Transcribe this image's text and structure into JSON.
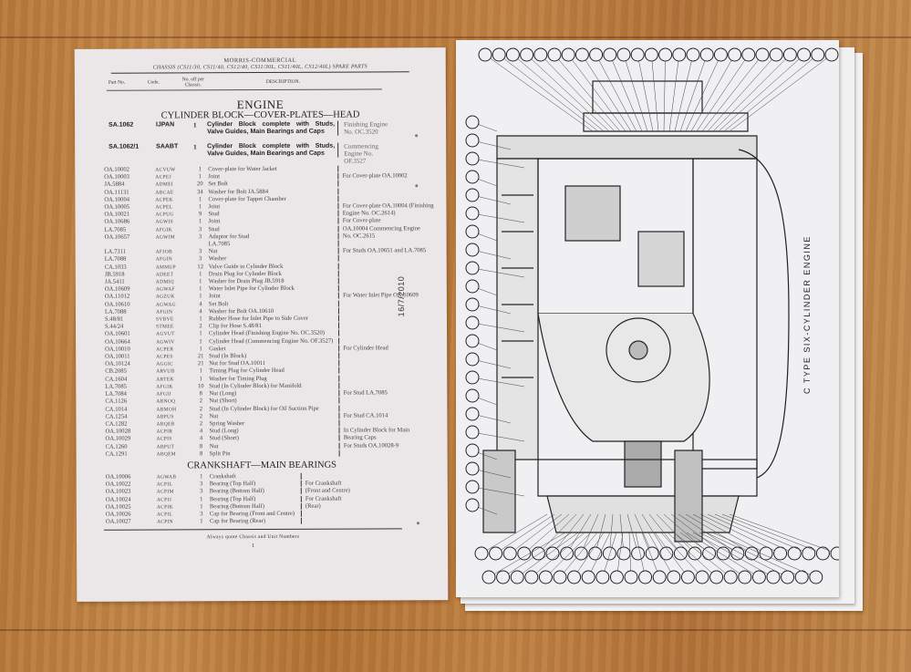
{
  "left_page": {
    "publisher": "MORRIS-COMMERCIAL",
    "header": "CHASSIS (CS11/30, CS11/40, CS12/40, CS11/30L, CS11/40L, CS12/40L) SPARE PARTS",
    "columns": {
      "part_no": "Part No.",
      "code": "Code.",
      "qty": "No. off per Chassis.",
      "description": "DESCRIPTION."
    },
    "title": "ENGINE",
    "section1": "CYLINDER BLOCK—COVER-PLATES—HEAD",
    "major_items": [
      {
        "part": "SA.1062",
        "code": "IJPAN",
        "qty": "1",
        "desc": "Cylinder Block complete with Studs, Valve Guides, Main Bearings and Caps",
        "note": "Finishing Engine No. OC.3520"
      },
      {
        "part": "SA.1062/1",
        "code": "SAABT",
        "qty": "1",
        "desc": "Cylinder Block complete with Studs, Valve Guides, Main Bearings and Caps",
        "note": "Commencing Engine No. OF.3527"
      }
    ],
    "rows1": [
      {
        "part": "OA.10002",
        "code": "ACVUW",
        "qty": "1",
        "desc": "Cover-plate for Water Jacket",
        "note": ""
      },
      {
        "part": "OA.10003",
        "code": "ACPEJ",
        "qty": "1",
        "desc": "Joint",
        "note": "For Cover-plate OA.10002"
      },
      {
        "part": "JA.5884",
        "code": "ADMEI",
        "qty": "20",
        "desc": "Set Bolt",
        "note": ""
      },
      {
        "part": "OA.11131",
        "code": "ABCAE",
        "qty": "34",
        "desc": "Washer for Bolt JA.5884",
        "note": ""
      },
      {
        "part": "OA.10004",
        "code": "ACPEK",
        "qty": "1",
        "desc": "Cover-plate for Tappet Chamber",
        "note": ""
      },
      {
        "part": "OA.10005",
        "code": "ACPEL",
        "qty": "1",
        "desc": "Joint",
        "note": "For Cover-plate OA.10004 (Finishing"
      },
      {
        "part": "OA.10021",
        "code": "ACPUG",
        "qty": "9",
        "desc": "Stud",
        "note": "Engine No. OC.2614)"
      },
      {
        "part": "OA.10686",
        "code": "AGWIS",
        "qty": "1",
        "desc": "Joint",
        "note": "For Cover-plate"
      },
      {
        "part": "LA.7085",
        "code": "AFGIK",
        "qty": "3",
        "desc": "Stud",
        "note": "OA.10004   Commencing Engine"
      },
      {
        "part": "OA.10657",
        "code": "AGWIM",
        "qty": "3",
        "desc": "Adaptor for Stud",
        "note": "No. OC.2615"
      },
      {
        "part": "",
        "code": "",
        "qty": "",
        "desc": "LA.7085",
        "note": ""
      },
      {
        "part": "LA.7311",
        "code": "AFJOB",
        "qty": "3",
        "desc": "Nut",
        "note": "For Studs OA.10651 and LA.7085"
      },
      {
        "part": "LA.7088",
        "code": "AFGIN",
        "qty": "3",
        "desc": "Washer",
        "note": ""
      },
      {
        "part": "CA.1033",
        "code": "AMMUP",
        "qty": "12",
        "desc": "Valve Guide in Cylinder Block",
        "note": ""
      },
      {
        "part": "JB.5918",
        "code": "ADEET",
        "qty": "1",
        "desc": "Drain Plug for Cylinder Block",
        "note": ""
      },
      {
        "part": "JA.5411",
        "code": "ADMIQ",
        "qty": "1",
        "desc": "Washer for Drain Plug JB.5918",
        "note": ""
      },
      {
        "part": "OA.10609",
        "code": "AGWAF",
        "qty": "1",
        "desc": "Water Inlet Pipe for Cylinder Block",
        "note": ""
      },
      {
        "part": "OA.11012",
        "code": "AGZUK",
        "qty": "1",
        "desc": "Joint",
        "note": "For Water Inlet Pipe OA.10609"
      },
      {
        "part": "OA.10610",
        "code": "AGWAG",
        "qty": "4",
        "desc": "Set Bolt",
        "note": ""
      },
      {
        "part": "LA.7088",
        "code": "AFGIN",
        "qty": "4",
        "desc": "Washer for Bolt OA.10610",
        "note": ""
      },
      {
        "part": "S.48/81",
        "code": "SVBVE",
        "qty": "1",
        "desc": "Rubber Hose for Inlet Pipe to Side Cover",
        "note": ""
      },
      {
        "part": "S.44/24",
        "code": "STMEE",
        "qty": "2",
        "desc": "Clip for Hose S.48/81",
        "note": ""
      },
      {
        "part": "OA.10601",
        "code": "AGVUT",
        "qty": "1",
        "desc": "Cylinder Head (Finishing Engine No. OC.3520)",
        "note": ""
      },
      {
        "part": "OA.10664",
        "code": "AGWIV",
        "qty": "1",
        "desc": "Cylinder Head (Commencing Engine No. OF.3527)",
        "note": ""
      },
      {
        "part": "OA.10010",
        "code": "ACPER",
        "qty": "1",
        "desc": "Gasket",
        "note": "For Cylinder Head"
      },
      {
        "part": "OA.10011",
        "code": "ACPES",
        "qty": "21",
        "desc": "Stud (In Block)",
        "note": ""
      },
      {
        "part": "OA.10124",
        "code": "AGGIC",
        "qty": "21",
        "desc": "Nut for Stud OA.10011",
        "note": ""
      },
      {
        "part": "CB.2085",
        "code": "ARVUB",
        "qty": "1",
        "desc": "Timing Plug for Cylinder Head",
        "note": ""
      },
      {
        "part": "CA.1604",
        "code": "ARTEK",
        "qty": "1",
        "desc": "Washer for Timing Plug",
        "note": ""
      },
      {
        "part": "LA.7085",
        "code": "AFGIK",
        "qty": "10",
        "desc": "Stud (In Cylinder Block) for Manifold",
        "note": ""
      },
      {
        "part": "LA.7084",
        "code": "AFGIJ",
        "qty": "8",
        "desc": "Nut (Long)",
        "note": "For Stud LA.7085"
      },
      {
        "part": "CA.1126",
        "code": "ABNOQ",
        "qty": "2",
        "desc": "Nut (Short)",
        "note": ""
      },
      {
        "part": "CA.1014",
        "code": "ABMOH",
        "qty": "2",
        "desc": "Stud (In Cylinder Block) for Oil Suction Pipe",
        "note": ""
      },
      {
        "part": "CA.1254",
        "code": "ABPUS",
        "qty": "2",
        "desc": "Nut",
        "note": "For Stud CA.1014"
      },
      {
        "part": "CA.1282",
        "code": "ABQEB",
        "qty": "2",
        "desc": "Spring Washer",
        "note": ""
      },
      {
        "part": "OA.10028",
        "code": "ACPIR",
        "qty": "4",
        "desc": "Stud (Long)",
        "note": "In Cylinder Block for Main"
      },
      {
        "part": "OA.10029",
        "code": "ACPIS",
        "qty": "4",
        "desc": "Stud (Short)",
        "note": "Bearing Caps"
      },
      {
        "part": "CA.1260",
        "code": "ABPUT",
        "qty": "8",
        "desc": "Nut",
        "note": "For Studs OA.10028-9"
      },
      {
        "part": "CA.1291",
        "code": "ABQEM",
        "qty": "8",
        "desc": "Split Pin",
        "note": ""
      }
    ],
    "section2": "CRANKSHAFT—MAIN BEARINGS",
    "rows2": [
      {
        "part": "OA.10006",
        "code": "AGWAB",
        "qty": "1",
        "desc": "Crankshaft",
        "note": ""
      },
      {
        "part": "OA.10022",
        "code": "ACPIL",
        "qty": "3",
        "desc": "Bearing (Top Half)",
        "note": "For Crankshaft"
      },
      {
        "part": "OA.10023",
        "code": "ACPIM",
        "qty": "3",
        "desc": "Bearing (Bottom Half)",
        "note": "(Front and Centre)"
      },
      {
        "part": "OA.10024",
        "code": "ACPIJ",
        "qty": "1",
        "desc": "Bearing (Top Half)",
        "note": "For Crankshaft"
      },
      {
        "part": "OA.10025",
        "code": "ACPIK",
        "qty": "1",
        "desc": "Bearing (Bottom Half)",
        "note": "(Rear)"
      },
      {
        "part": "OA.10026",
        "code": "ACPIL",
        "qty": "3",
        "desc": "Cap for Bearing (Front and Centre)",
        "note": ""
      },
      {
        "part": "OA.10027",
        "code": "ACPIN",
        "qty": "1",
        "desc": "Cap for Bearing (Rear)",
        "note": ""
      }
    ],
    "footer": "Always quote Chassis and Unit Numbers",
    "page_number": "1",
    "date_stamp": "16/7/2010"
  },
  "right_page": {
    "title": "C TYPE SIX-CYLINDER ENGINE"
  },
  "colors": {
    "wood": "#b87a3c",
    "paper_left": "#ebe6e8",
    "paper_right": "#f0f0f3",
    "ink": "#333333"
  }
}
